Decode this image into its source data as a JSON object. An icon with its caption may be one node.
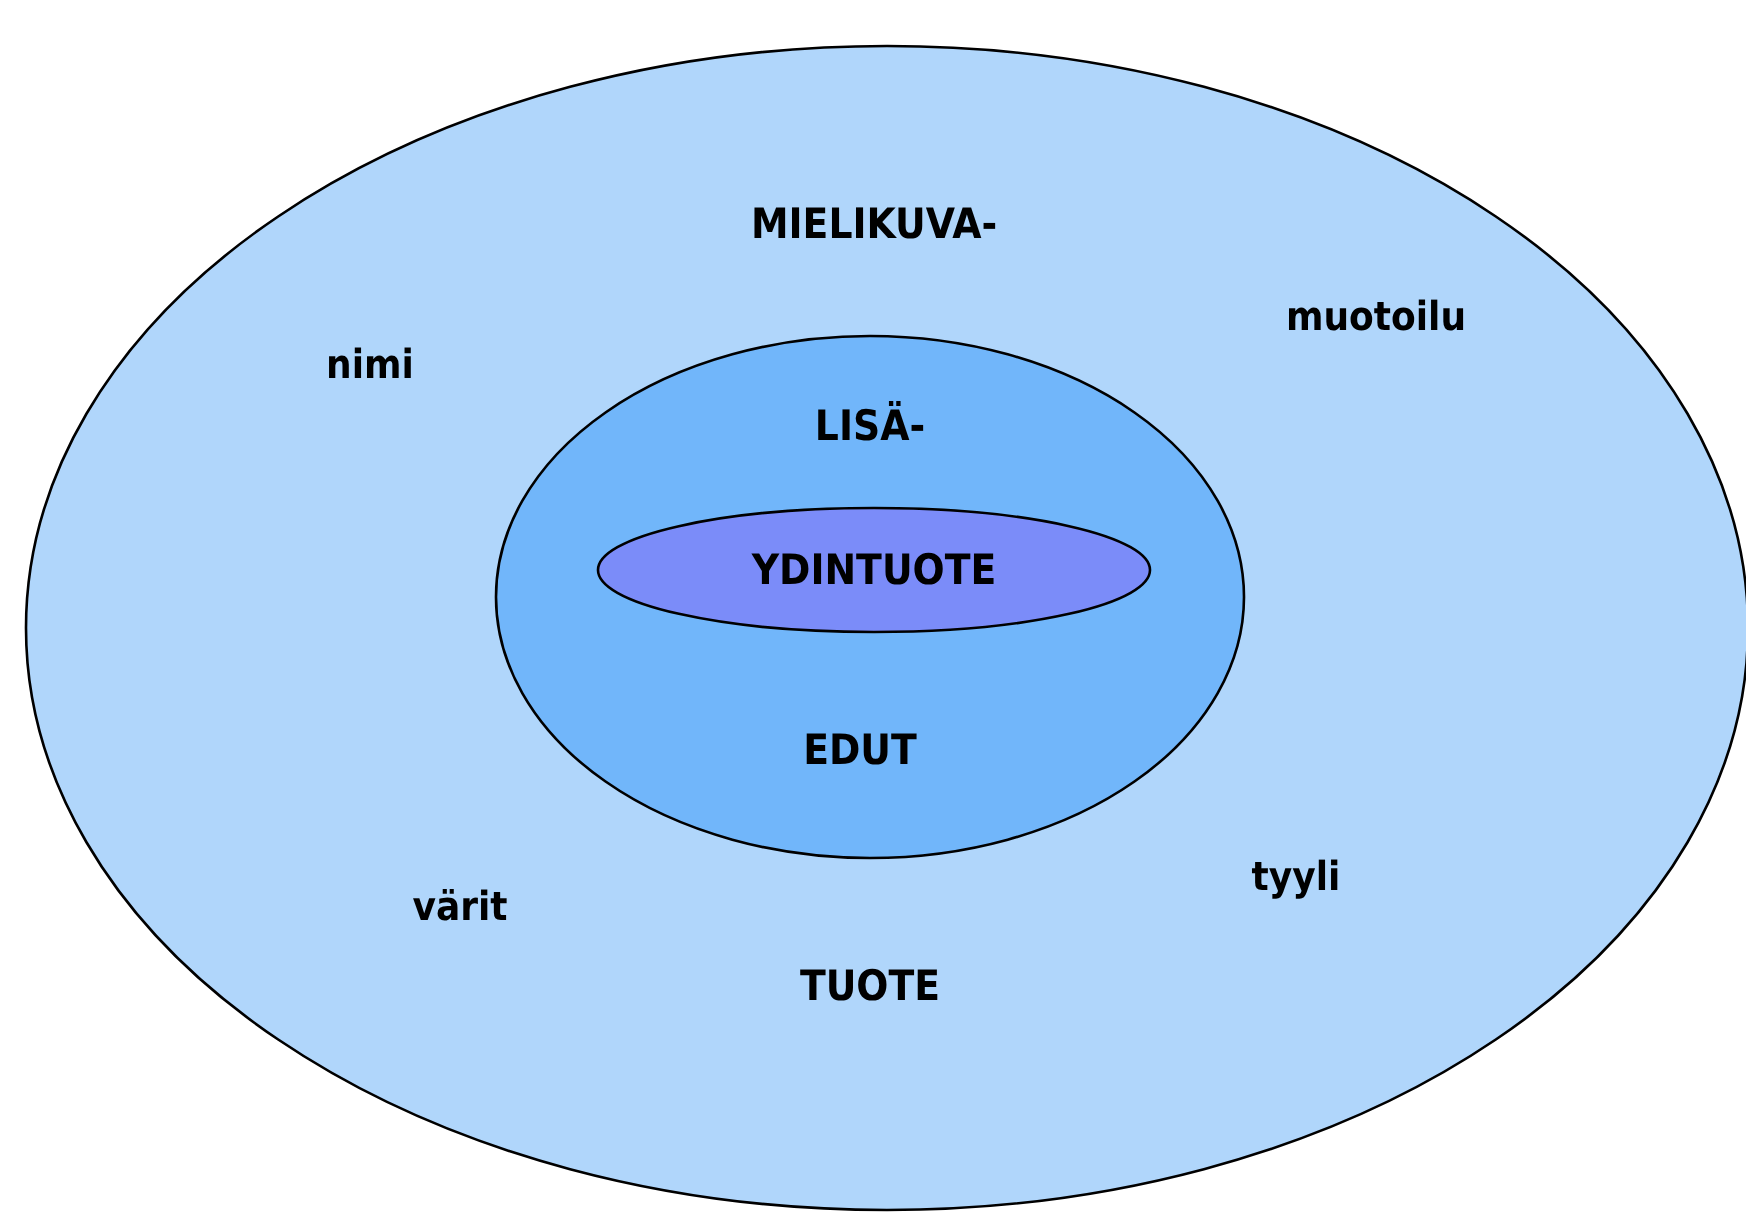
{
  "diagram": {
    "nodes": [
      {
        "text": [
          "MIELIKUVA-",
          "nimi",
          "muotoilu",
          "värit",
          "tyyli",
          "TUOTE"
        ]
      },
      {
        "text": [
          "LISÄ-",
          "EDUT"
        ],
        "in": 0
      },
      {
        "text": [
          "YDINTUOTE"
        ],
        "in": 1
      }
    ]
  }
}
